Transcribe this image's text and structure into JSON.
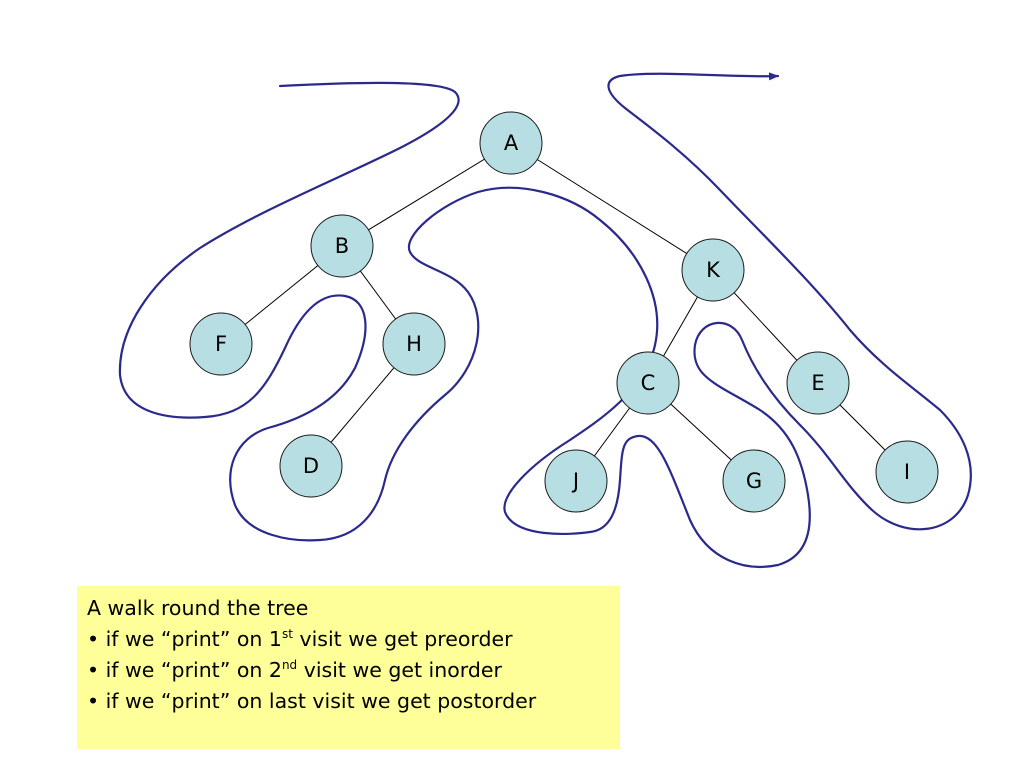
{
  "colors": {
    "node_fill": "#b7dfe3",
    "walk_path": "#2a2a8c",
    "edge": "#000000",
    "note_background": "#ffff99"
  },
  "tree": {
    "nodes": [
      {
        "id": "A",
        "label": "A"
      },
      {
        "id": "B",
        "label": "B"
      },
      {
        "id": "K",
        "label": "K"
      },
      {
        "id": "F",
        "label": "F"
      },
      {
        "id": "H",
        "label": "H"
      },
      {
        "id": "D",
        "label": "D"
      },
      {
        "id": "C",
        "label": "C"
      },
      {
        "id": "E",
        "label": "E"
      },
      {
        "id": "J",
        "label": "J"
      },
      {
        "id": "G",
        "label": "G"
      },
      {
        "id": "I",
        "label": "I"
      }
    ],
    "edges": [
      [
        "A",
        "B"
      ],
      [
        "A",
        "K"
      ],
      [
        "B",
        "F"
      ],
      [
        "B",
        "H"
      ],
      [
        "H",
        "D"
      ],
      [
        "K",
        "C"
      ],
      [
        "K",
        "E"
      ],
      [
        "C",
        "J"
      ],
      [
        "C",
        "G"
      ],
      [
        "E",
        "I"
      ]
    ]
  },
  "note": {
    "line1": "A walk round the tree",
    "line2": {
      "bullet": "•",
      "pre": " if we “print” on 1",
      "sup": "st",
      "post": " visit we get preorder"
    },
    "line3": {
      "bullet": "•",
      "pre": " if we “print” on 2",
      "sup": "nd",
      "post": " visit we get inorder"
    },
    "line4": {
      "bullet": "•",
      "text": " if we “print” on last visit we get postorder"
    }
  }
}
